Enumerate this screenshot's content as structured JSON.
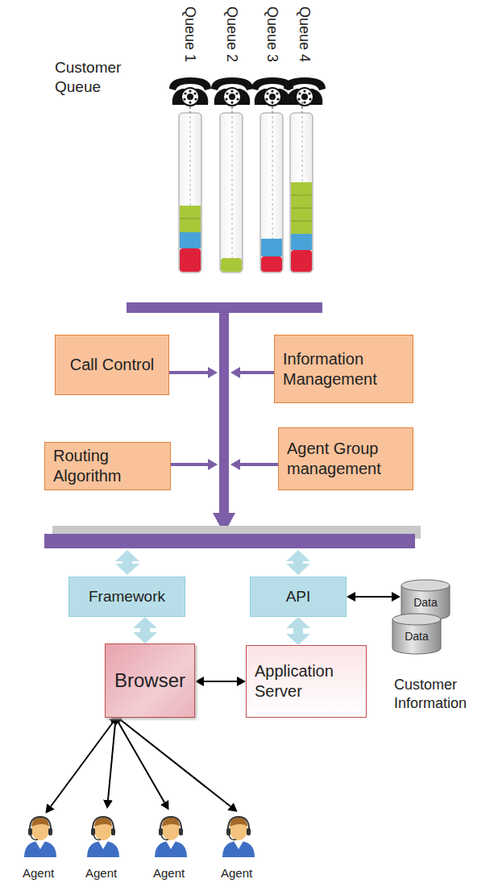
{
  "diagram": {
    "nodes": [
      {
        "text": [
          "Call Control"
        ]
      },
      {
        "text": [
          "Information Management"
        ]
      },
      {
        "text": [
          "Routing Algorithm"
        ]
      },
      {
        "text": [
          "Agent Group management"
        ]
      },
      {
        "text": [
          "Framework"
        ]
      },
      {
        "text": [
          "API"
        ]
      },
      {
        "text": [
          "Data"
        ]
      },
      {
        "text": [
          "Data"
        ]
      },
      {
        "text": [
          "Browser"
        ]
      },
      {
        "text": [
          "Application Server"
        ]
      }
    ],
    "edges": [
      {
        "from": 4,
        "to": 8,
        "arrow": "both"
      },
      {
        "from": 5,
        "to": 9,
        "arrow": "both"
      },
      {
        "from": 8,
        "to": 9,
        "arrow": "both"
      },
      {
        "from": 5,
        "to": 6,
        "arrow": "both"
      }
    ],
    "labels": [
      "Customer Queue",
      "Queue 1",
      "Queue 2",
      "Queue 3",
      "Queue 4",
      "Customer Information",
      "Agent",
      "Agent",
      "Agent",
      "Agent"
    ]
  }
}
